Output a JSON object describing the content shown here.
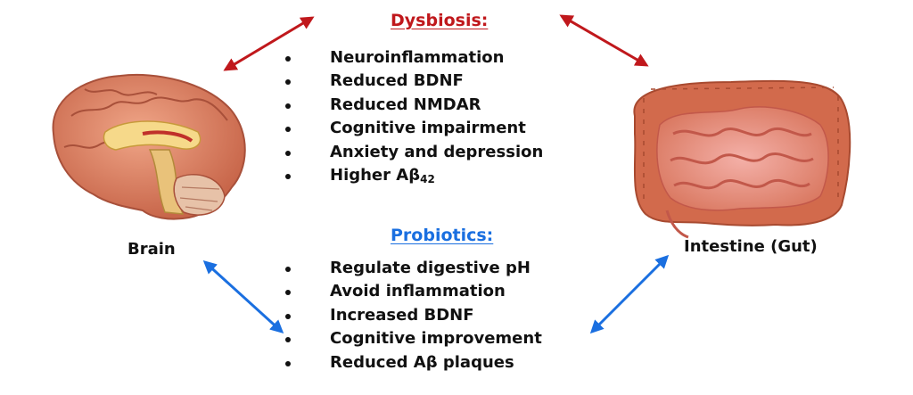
{
  "dysbiosis": {
    "heading": "Dysbiosis:",
    "items": [
      {
        "text": "Neuroinflammation",
        "sub": ""
      },
      {
        "text": "Reduced BDNF",
        "sub": ""
      },
      {
        "text": "Reduced NMDAR",
        "sub": ""
      },
      {
        "text": "Cognitive impairment",
        "sub": ""
      },
      {
        "text": "Anxiety and depression",
        "sub": ""
      },
      {
        "text": "Higher Aβ",
        "sub": "42"
      }
    ]
  },
  "probiotics": {
    "heading": "Probiotics:",
    "items": [
      "Regulate digestive pH",
      "Avoid inflammation",
      "Increased BDNF",
      "Cognitive improvement",
      "Reduced Aβ plaques"
    ]
  },
  "labels": {
    "brain": "Brain",
    "gut": "Intestine (Gut)"
  },
  "colors": {
    "dysbiosis": "#c0181c",
    "probiotics": "#1a6fe0",
    "text": "#111111"
  },
  "icons": {
    "brain": "brain-illustration-icon",
    "gut": "intestine-illustration-icon"
  }
}
